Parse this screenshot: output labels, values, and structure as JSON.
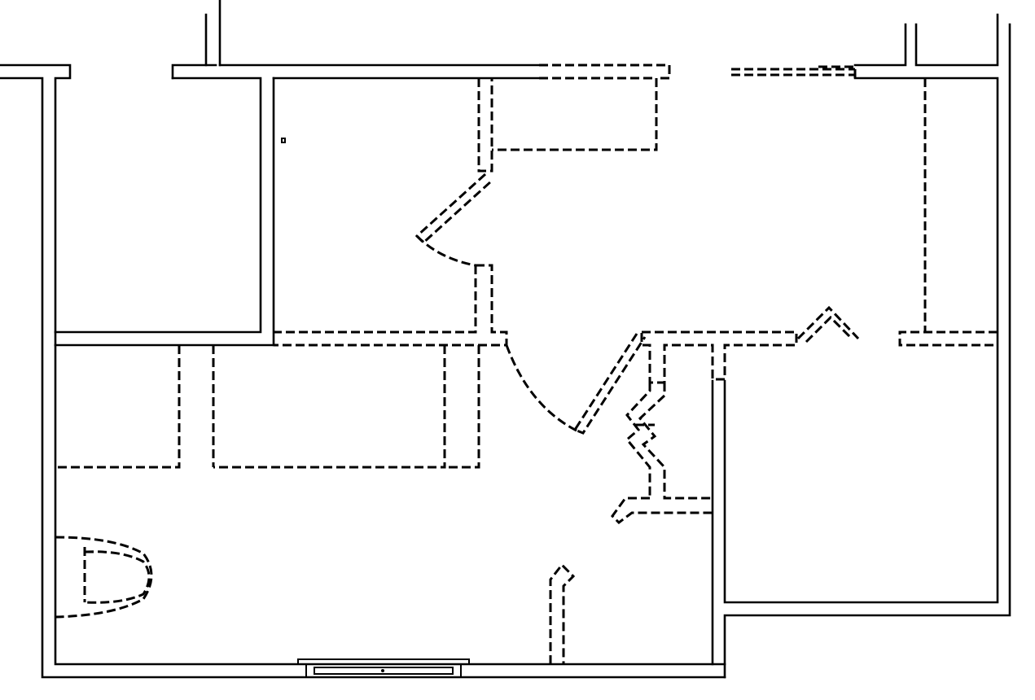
{
  "drawing": {
    "background": "#ffffff",
    "line_color": "#000000",
    "elements": [
      "exterior-walls",
      "interior-walls",
      "hidden-lines",
      "swing-doors",
      "toilet",
      "window-sill",
      "switch"
    ]
  }
}
